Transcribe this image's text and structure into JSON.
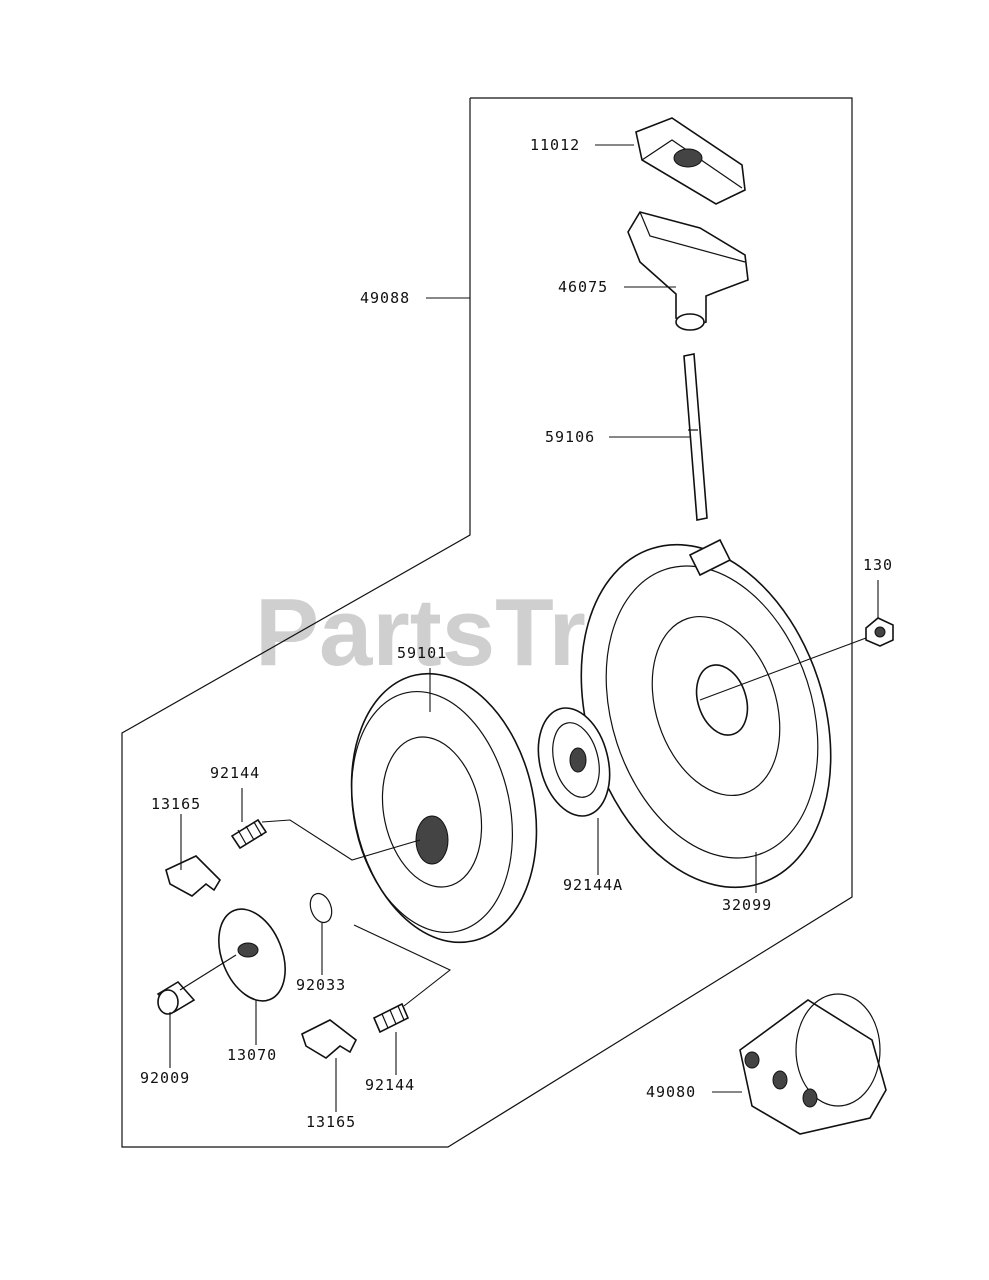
{
  "watermark": "PartsTree",
  "labels": {
    "p11012": "11012",
    "p46075": "46075",
    "p49088": "49088",
    "p59106": "59106",
    "p130": "130",
    "p59101": "59101",
    "p92144_top": "92144",
    "p13165_top": "13165",
    "p92144A": "92144A",
    "p32099": "32099",
    "p92033": "92033",
    "p92009": "92009",
    "p13070": "13070",
    "p92144_bottom": "92144",
    "p13165_bottom": "13165",
    "p49080": "49080"
  }
}
